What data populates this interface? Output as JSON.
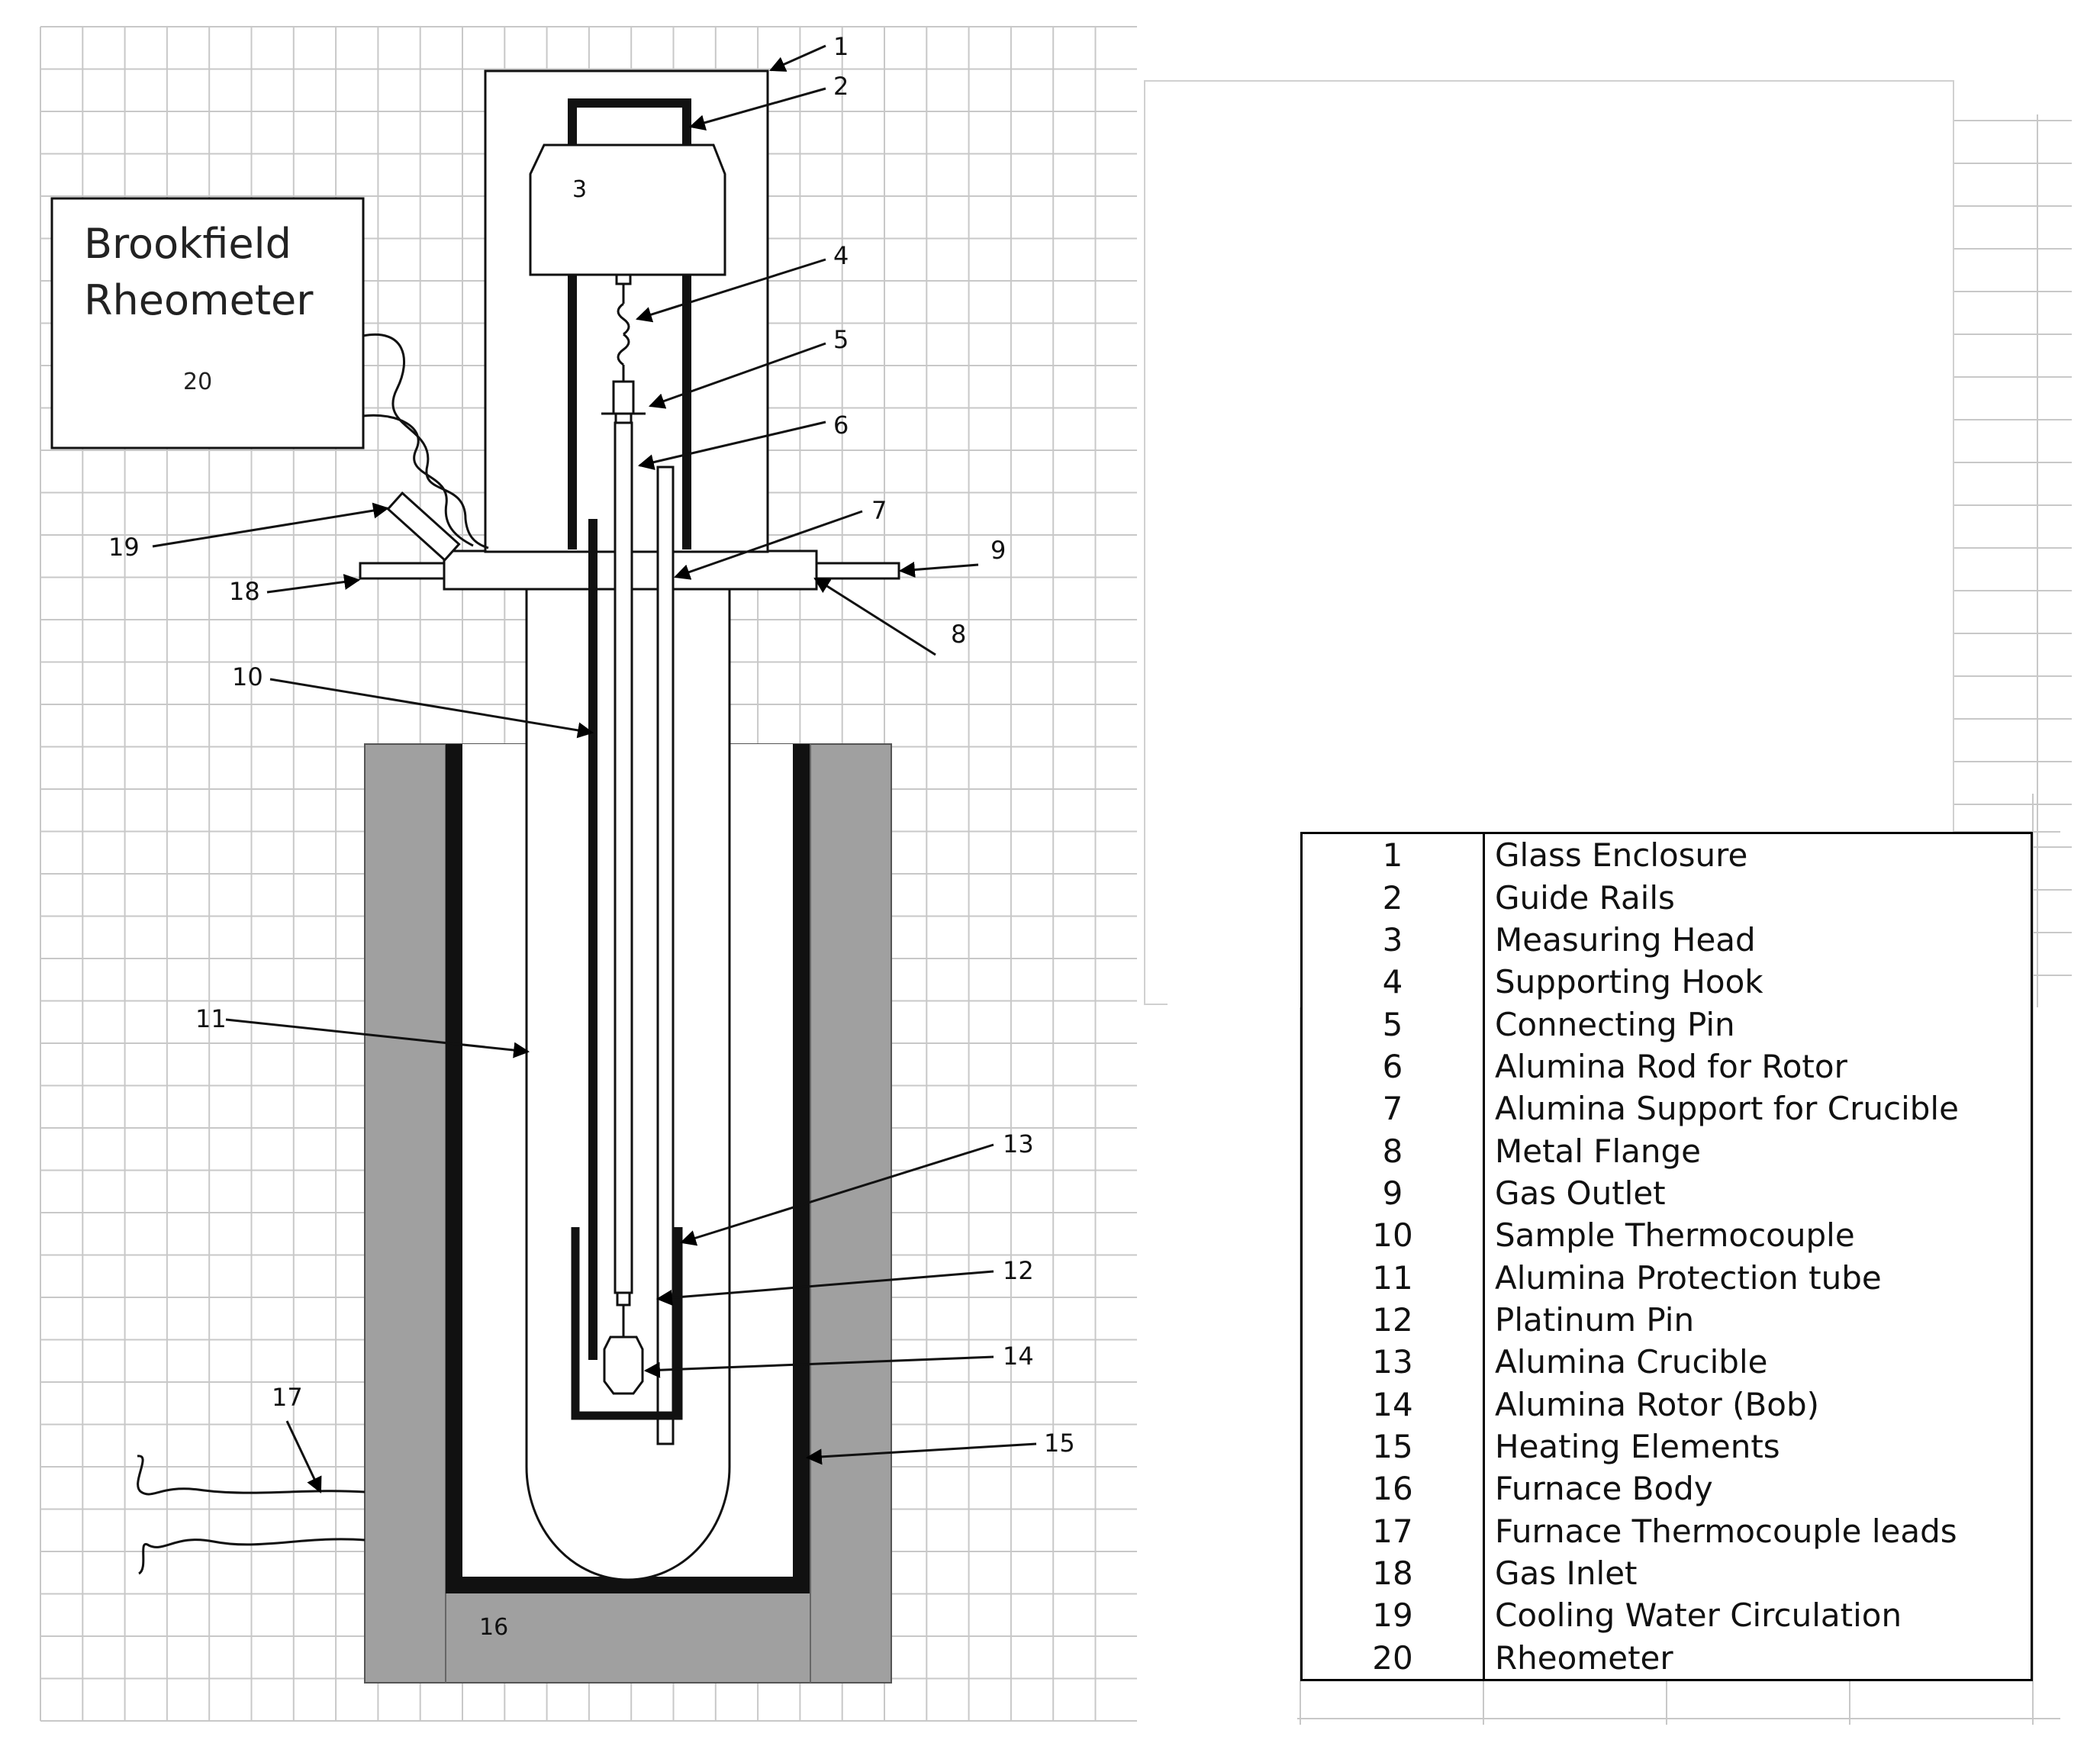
{
  "rheometer_box": {
    "title_line1": "Brookfield",
    "title_line2": "Rheometer",
    "number": "20"
  },
  "measuring_head_number": "3",
  "furnace_body_number": "16",
  "callouts": [
    "1",
    "2",
    "4",
    "5",
    "6",
    "7",
    "8",
    "9",
    "10",
    "11",
    "12",
    "13",
    "14",
    "15",
    "17",
    "18",
    "19"
  ],
  "legend": [
    {
      "num": "1",
      "name": "Glass Enclosure"
    },
    {
      "num": "2",
      "name": "Guide Rails"
    },
    {
      "num": "3",
      "name": "Measuring Head"
    },
    {
      "num": "4",
      "name": "Supporting Hook"
    },
    {
      "num": "5",
      "name": "Connecting Pin"
    },
    {
      "num": "6",
      "name": "Alumina Rod for Rotor"
    },
    {
      "num": "7",
      "name": "Alumina Support for Crucible"
    },
    {
      "num": "8",
      "name": "Metal Flange"
    },
    {
      "num": "9",
      "name": "Gas Outlet"
    },
    {
      "num": "10",
      "name": "Sample Thermocouple"
    },
    {
      "num": "11",
      "name": "Alumina Protection tube"
    },
    {
      "num": "12",
      "name": "Platinum Pin"
    },
    {
      "num": "13",
      "name": "Alumina Crucible"
    },
    {
      "num": "14",
      "name": "Alumina Rotor (Bob)"
    },
    {
      "num": "15",
      "name": "Heating Elements"
    },
    {
      "num": "16",
      "name": "Furnace Body"
    },
    {
      "num": "17",
      "name": "Furnace Thermocouple leads"
    },
    {
      "num": "18",
      "name": "Gas Inlet"
    },
    {
      "num": "19",
      "name": "Cooling Water Circulation"
    },
    {
      "num": "20",
      "name": "Rheometer"
    }
  ]
}
